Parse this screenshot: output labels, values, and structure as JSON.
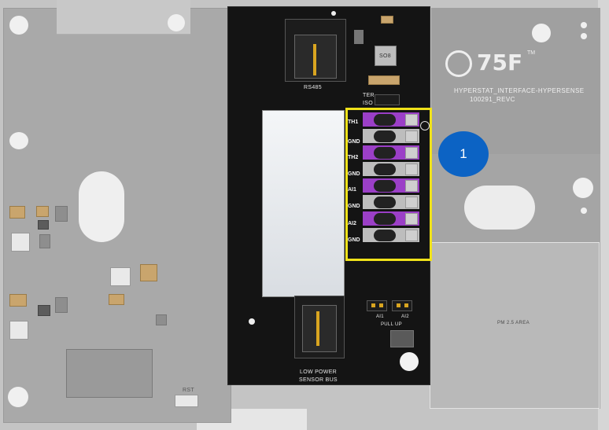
{
  "board": {
    "logo": "75F",
    "logo_tm": "TM",
    "name": "HYPERSTAT_INTERFACE-HYPERSENSE",
    "revision": "100291_REVC"
  },
  "silkscreen": {
    "rs485": "RS485",
    "so8": "SO8",
    "ter": "TER",
    "iso": "ISO",
    "low_power": "LOW POWER",
    "sensor_bus": "SENSOR BUS",
    "ai1_jumper": "AI1",
    "ai2_jumper": "AI2",
    "pull_up": "PULL UP",
    "rst": "RST",
    "pm_area": "PM 2.5 AREA"
  },
  "terminals": [
    {
      "label": "TH1",
      "color": "purple"
    },
    {
      "label": "GND",
      "color": "gray"
    },
    {
      "label": "TH2",
      "color": "purple"
    },
    {
      "label": "GND",
      "color": "gray"
    },
    {
      "label": "AI1",
      "color": "purple"
    },
    {
      "label": "GND",
      "color": "gray"
    },
    {
      "label": "AI2",
      "color": "purple"
    },
    {
      "label": "GND",
      "color": "gray"
    }
  ],
  "callout": {
    "number": "1"
  },
  "colors": {
    "terminal_purple": "#9b3fc7",
    "highlight": "#f0e21a",
    "callout": "#0c63c4"
  }
}
